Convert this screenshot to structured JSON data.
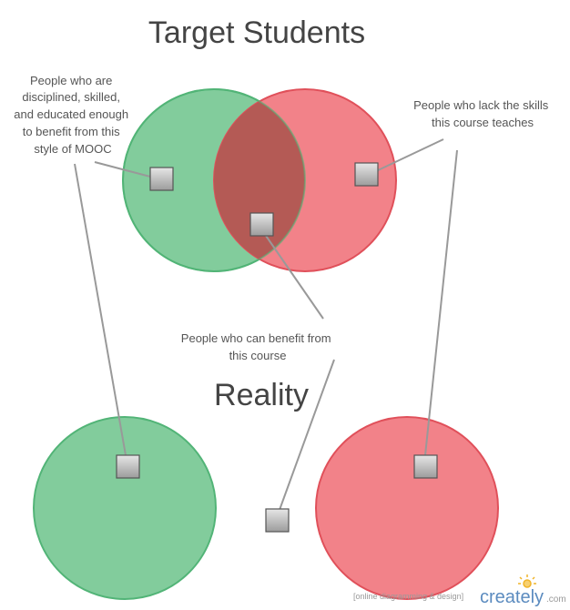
{
  "diagram": {
    "title": "Target Students",
    "subtitle": "Reality",
    "labels": {
      "skilled": [
        "People who are",
        "disciplined, skilled,",
        "and educated enough",
        "to benefit from this",
        "style of MOOC"
      ],
      "lack": [
        "People who lack the skills",
        "this course teaches"
      ],
      "benefit": [
        "People who can benefit from",
        "this course"
      ]
    },
    "colors": {
      "green_fill": "#82cc9c",
      "green_stroke": "#52b477",
      "red_fill": "#f28289",
      "red_stroke": "#e0505a",
      "overlap_fill": "#b45a55",
      "connector": "#999999",
      "text": "#555555"
    }
  },
  "watermark": {
    "note": "[online diagramming & design]",
    "brand": "creately",
    "suffix": ".com"
  }
}
